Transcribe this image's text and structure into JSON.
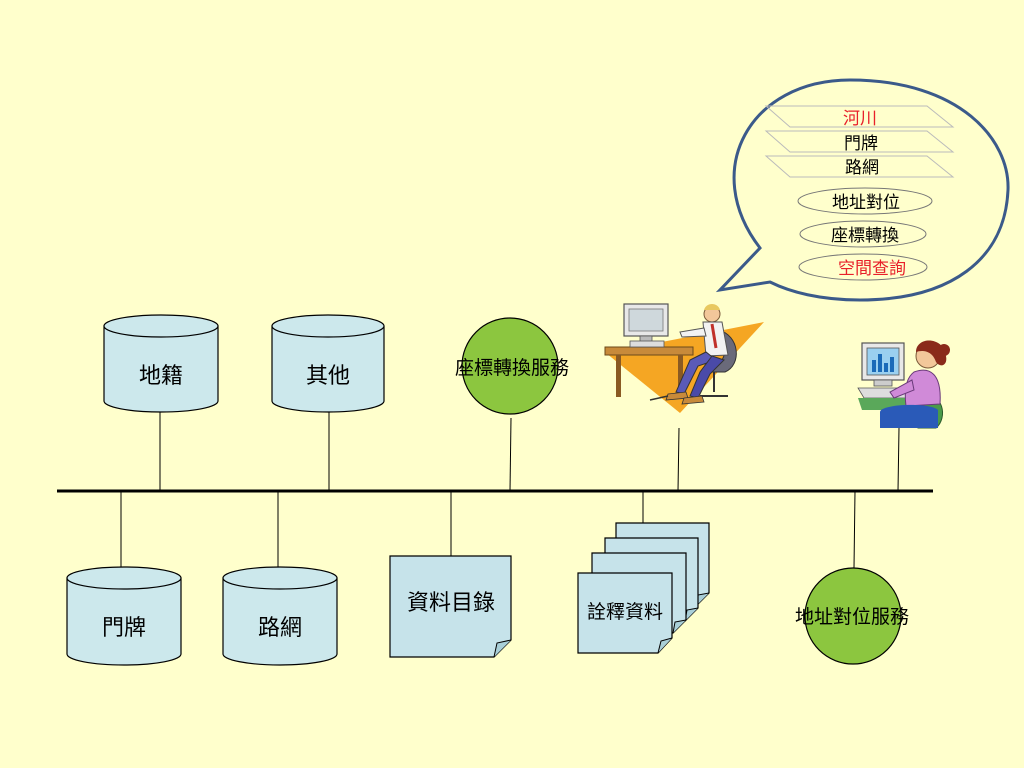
{
  "databases": {
    "cadastre": "地籍",
    "other": "其他",
    "doorplate": "門牌",
    "road_network": "路網"
  },
  "services": {
    "coordinate_transform_service": "座標轉換服務",
    "address_geocoding_service": "地址對位服務"
  },
  "documents": {
    "data_catalog": "資料目錄",
    "metadata": "詮釋資料"
  },
  "speech_bubble": {
    "layers": [
      "河川",
      "門牌",
      "路網"
    ],
    "functions": [
      "地址對位",
      "座標轉換",
      "空間查詢"
    ]
  },
  "colors": {
    "background": "#ffffcc",
    "cylinder_fill": "#cce8ec",
    "service_circle_fill": "#8cc63f",
    "document_fill": "#c6e3ea",
    "highlight_text": "#e8202a",
    "bubble_stroke": "#3b5a8a",
    "bus_line": "#000000"
  }
}
